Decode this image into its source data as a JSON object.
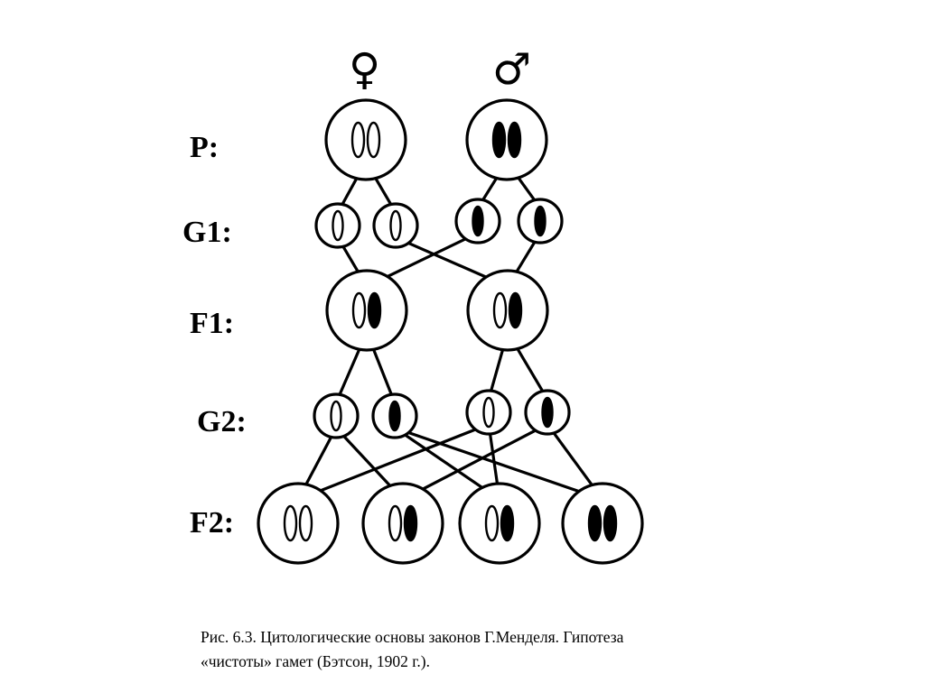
{
  "symbols": {
    "female": "♀",
    "male": "♂",
    "female_icon": "female-symbol-icon",
    "male_icon": "male-symbol-icon"
  },
  "generations": [
    {
      "id": "p",
      "label": "P:"
    },
    {
      "id": "g1",
      "label": "G1:"
    },
    {
      "id": "f1",
      "label": "F1:"
    },
    {
      "id": "g2",
      "label": "G2:"
    },
    {
      "id": "f2",
      "label": "F2:"
    }
  ],
  "cells": [
    {
      "id": "p-female",
      "generation": "P",
      "alleles": [
        "white",
        "white"
      ]
    },
    {
      "id": "p-male",
      "generation": "P",
      "alleles": [
        "black",
        "black"
      ]
    },
    {
      "id": "g1-1",
      "generation": "G1",
      "alleles": [
        "white"
      ]
    },
    {
      "id": "g1-2",
      "generation": "G1",
      "alleles": [
        "white"
      ]
    },
    {
      "id": "g1-3",
      "generation": "G1",
      "alleles": [
        "black"
      ]
    },
    {
      "id": "g1-4",
      "generation": "G1",
      "alleles": [
        "black"
      ]
    },
    {
      "id": "f1-1",
      "generation": "F1",
      "alleles": [
        "white",
        "black"
      ]
    },
    {
      "id": "f1-2",
      "generation": "F1",
      "alleles": [
        "white",
        "black"
      ]
    },
    {
      "id": "g2-1",
      "generation": "G2",
      "alleles": [
        "white"
      ]
    },
    {
      "id": "g2-2",
      "generation": "G2",
      "alleles": [
        "black"
      ]
    },
    {
      "id": "g2-3",
      "generation": "G2",
      "alleles": [
        "white"
      ]
    },
    {
      "id": "g2-4",
      "generation": "G2",
      "alleles": [
        "black"
      ]
    },
    {
      "id": "f2-1",
      "generation": "F2",
      "alleles": [
        "white",
        "white"
      ]
    },
    {
      "id": "f2-2",
      "generation": "F2",
      "alleles": [
        "white",
        "black"
      ]
    },
    {
      "id": "f2-3",
      "generation": "F2",
      "alleles": [
        "white",
        "black"
      ]
    },
    {
      "id": "f2-4",
      "generation": "F2",
      "alleles": [
        "black",
        "black"
      ]
    }
  ],
  "connections": [
    [
      "p-female",
      "g1-1"
    ],
    [
      "p-female",
      "g1-2"
    ],
    [
      "p-male",
      "g1-3"
    ],
    [
      "p-male",
      "g1-4"
    ],
    [
      "g1-1",
      "f1-1"
    ],
    [
      "g1-2",
      "f1-2"
    ],
    [
      "g1-3",
      "f1-1"
    ],
    [
      "g1-4",
      "f1-2"
    ],
    [
      "f1-1",
      "g2-1"
    ],
    [
      "f1-1",
      "g2-2"
    ],
    [
      "f1-2",
      "g2-3"
    ],
    [
      "f1-2",
      "g2-4"
    ],
    [
      "g2-1",
      "f2-1"
    ],
    [
      "g2-1",
      "f2-2"
    ],
    [
      "g2-2",
      "f2-3"
    ],
    [
      "g2-2",
      "f2-4"
    ],
    [
      "g2-3",
      "f2-1"
    ],
    [
      "g2-3",
      "f2-3"
    ],
    [
      "g2-4",
      "f2-2"
    ],
    [
      "g2-4",
      "f2-4"
    ]
  ],
  "colors": {
    "line": "#000000",
    "background": "#ffffff",
    "dominant_allele": "#000000",
    "recessive_allele": "#ffffff"
  },
  "caption": {
    "line1": "Рис. 6.3. Цитологические основы законов Г.Менделя. Гипотеза",
    "line2": "«чистоты» гамет (Бэтсон, 1902 г.)."
  }
}
